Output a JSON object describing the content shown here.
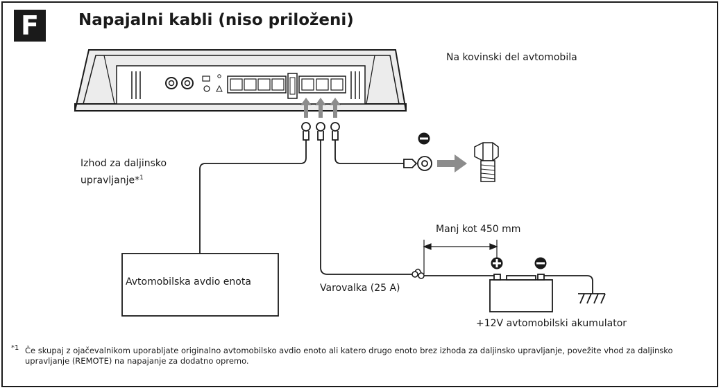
{
  "section": {
    "letter": "F",
    "title": "Napajalni kabli (niso priloženi)"
  },
  "labels": {
    "metal_part": "Na kovinski del avtomobila",
    "remote_output": "Izhod za daljinsko upravljanje*1",
    "remote_output_line1": "Izhod za daljinsko",
    "remote_output_line2": "upravljanje*",
    "remote_output_sup": "1",
    "head_unit": "Avtomobilska avdio enota",
    "fuse": "Varovalka (25 A)",
    "distance": "Manj kot 450 mm",
    "battery": "+12V avtomobilski akumulator"
  },
  "footnote": {
    "mark": "*1",
    "text": "Če skupaj z ojačevalnikom uporabljate originalno avtomobilsko avdio enoto ali katero drugo enoto brez izhoda za daljinsko upravljanje, povežite vhod za daljinsko upravljanje (REMOTE) na napajanje za dodatno opremo."
  },
  "icons": [
    "minus-icon",
    "plus-icon",
    "arrow-icon",
    "bolt-icon",
    "ground-icon",
    "fuse-icon",
    "amplifier-icon",
    "battery-icon"
  ]
}
